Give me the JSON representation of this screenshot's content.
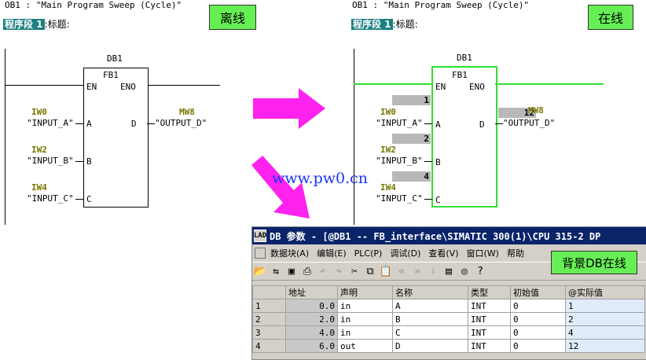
{
  "header": {
    "ob_left": "OB1 :  \"Main Program Sweep (Cycle)\"",
    "ob_right": "OB1 :  \"Main Program Sweep (Cycle)\"",
    "segment_label": "程序段 1",
    "segment_title": ":标题:"
  },
  "tags": {
    "offline": "离线",
    "online": "在线",
    "db_online": "背景DB在线"
  },
  "block": {
    "db": "DB1",
    "fb": "FB1",
    "en": "EN",
    "eno": "ENO",
    "pin_a": "A",
    "pin_b": "B",
    "pin_c": "C",
    "pin_d": "D"
  },
  "inputs": [
    {
      "addr": "IW0",
      "name": "\"INPUT_A\"",
      "online_value": "1"
    },
    {
      "addr": "IW2",
      "name": "\"INPUT_B\"",
      "online_value": "2"
    },
    {
      "addr": "IW4",
      "name": "\"INPUT_C\"",
      "online_value": "4"
    }
  ],
  "output": {
    "addr": "MW8",
    "name": "\"OUTPUT_D\"",
    "online_value": "12"
  },
  "watermark": "www.pw0.cn",
  "db_window": {
    "title": "DB 参数 - [@DB1 -- FB_interface\\SIMATIC 300(1)\\CPU 315-2 DP",
    "menu": [
      "数据块(A)",
      "编辑(E)",
      "PLC(P)",
      "调试(D)",
      "查看(V)",
      "窗口(W)",
      "帮助"
    ],
    "columns": [
      "",
      "地址",
      "声明",
      "名称",
      "类型",
      "初始值",
      "@实际值"
    ],
    "rows": [
      [
        "1",
        "0.0",
        "in",
        "A",
        "INT",
        "0",
        "1"
      ],
      [
        "2",
        "2.0",
        "in",
        "B",
        "INT",
        "0",
        "2"
      ],
      [
        "3",
        "4.0",
        "in",
        "C",
        "INT",
        "0",
        "4"
      ],
      [
        "4",
        "6.0",
        "out",
        "D",
        "INT",
        "0",
        "12"
      ]
    ]
  },
  "colors": {
    "online_green": "#33dd33",
    "tag_green": "#66ee55",
    "arrow_magenta": "#ff22ee",
    "title_blue": "#0a246a"
  }
}
